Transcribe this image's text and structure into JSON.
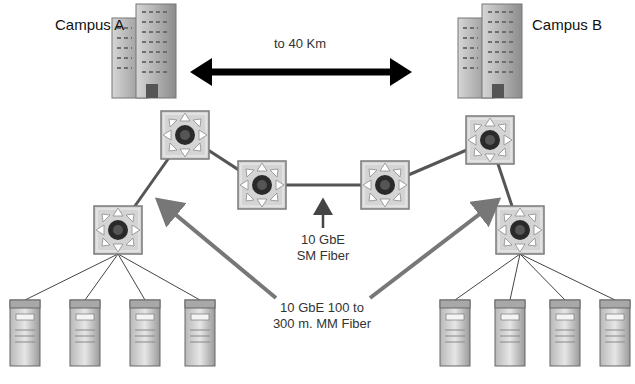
{
  "diagram": {
    "nodes": [
      {
        "text": [
          "Campus A"
        ]
      },
      {
        "text": [
          "Campus B"
        ]
      }
    ],
    "labels": [
      "to 40 Km",
      "10 GbE SM Fiber",
      "10 GbE 100 to 300 m. MM Fiber"
    ]
  }
}
